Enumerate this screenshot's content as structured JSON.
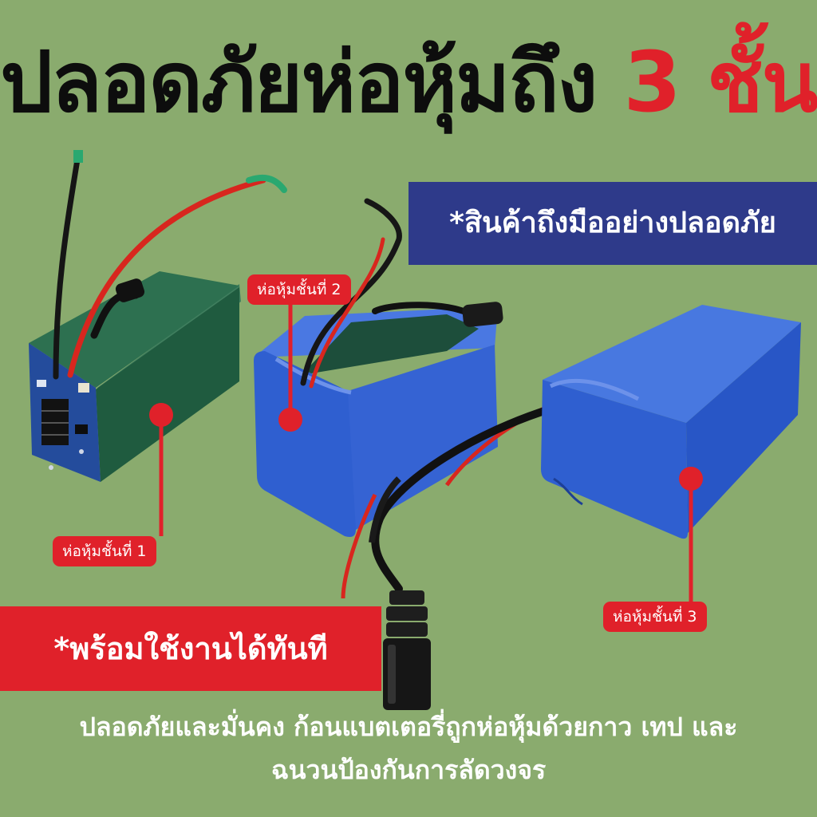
{
  "headline": {
    "main": "ปลอดภัยห่อหุ้มถึง",
    "highlight": "3 ชั้น"
  },
  "ribbon_blue": {
    "text": "*สินค้าถึงมืออย่างปลอดภัย"
  },
  "ribbon_red": {
    "text": "*พร้อมใช้งานได้ทันที"
  },
  "layer_tags": [
    {
      "label": "ห่อหุ้มชั้นที่ 1"
    },
    {
      "label": "ห่อหุ้มชั้นที่ 2"
    },
    {
      "label": "ห่อหุ้มชั้นที่ 3"
    }
  ],
  "footer": {
    "line1": "ปลอดภัยและมั่นคง ก้อนแบตเตอรี่ถูกห่อหุ้มด้วยกาว เทป และ",
    "line2": "ฉนวนป้องกันการลัดวงจร"
  },
  "colors": {
    "background": "#8aab6e",
    "accent_red": "#e0212a",
    "ribbon_blue": "#2e3a8a",
    "pack_green": "#1f5b3f",
    "pack_blue": "#2f5fd0"
  }
}
